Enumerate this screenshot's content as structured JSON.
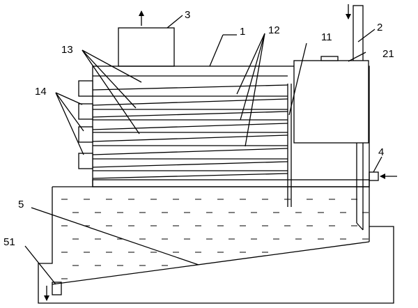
{
  "labels": {
    "l1": "1",
    "l2": "2",
    "l3": "3",
    "l4": "4",
    "l5": "5",
    "l11": "11",
    "l12": "12",
    "l13": "13",
    "l14": "14",
    "l21": "21",
    "l51": "51"
  },
  "colors": {
    "line": "#000000",
    "background": "#ffffff"
  }
}
